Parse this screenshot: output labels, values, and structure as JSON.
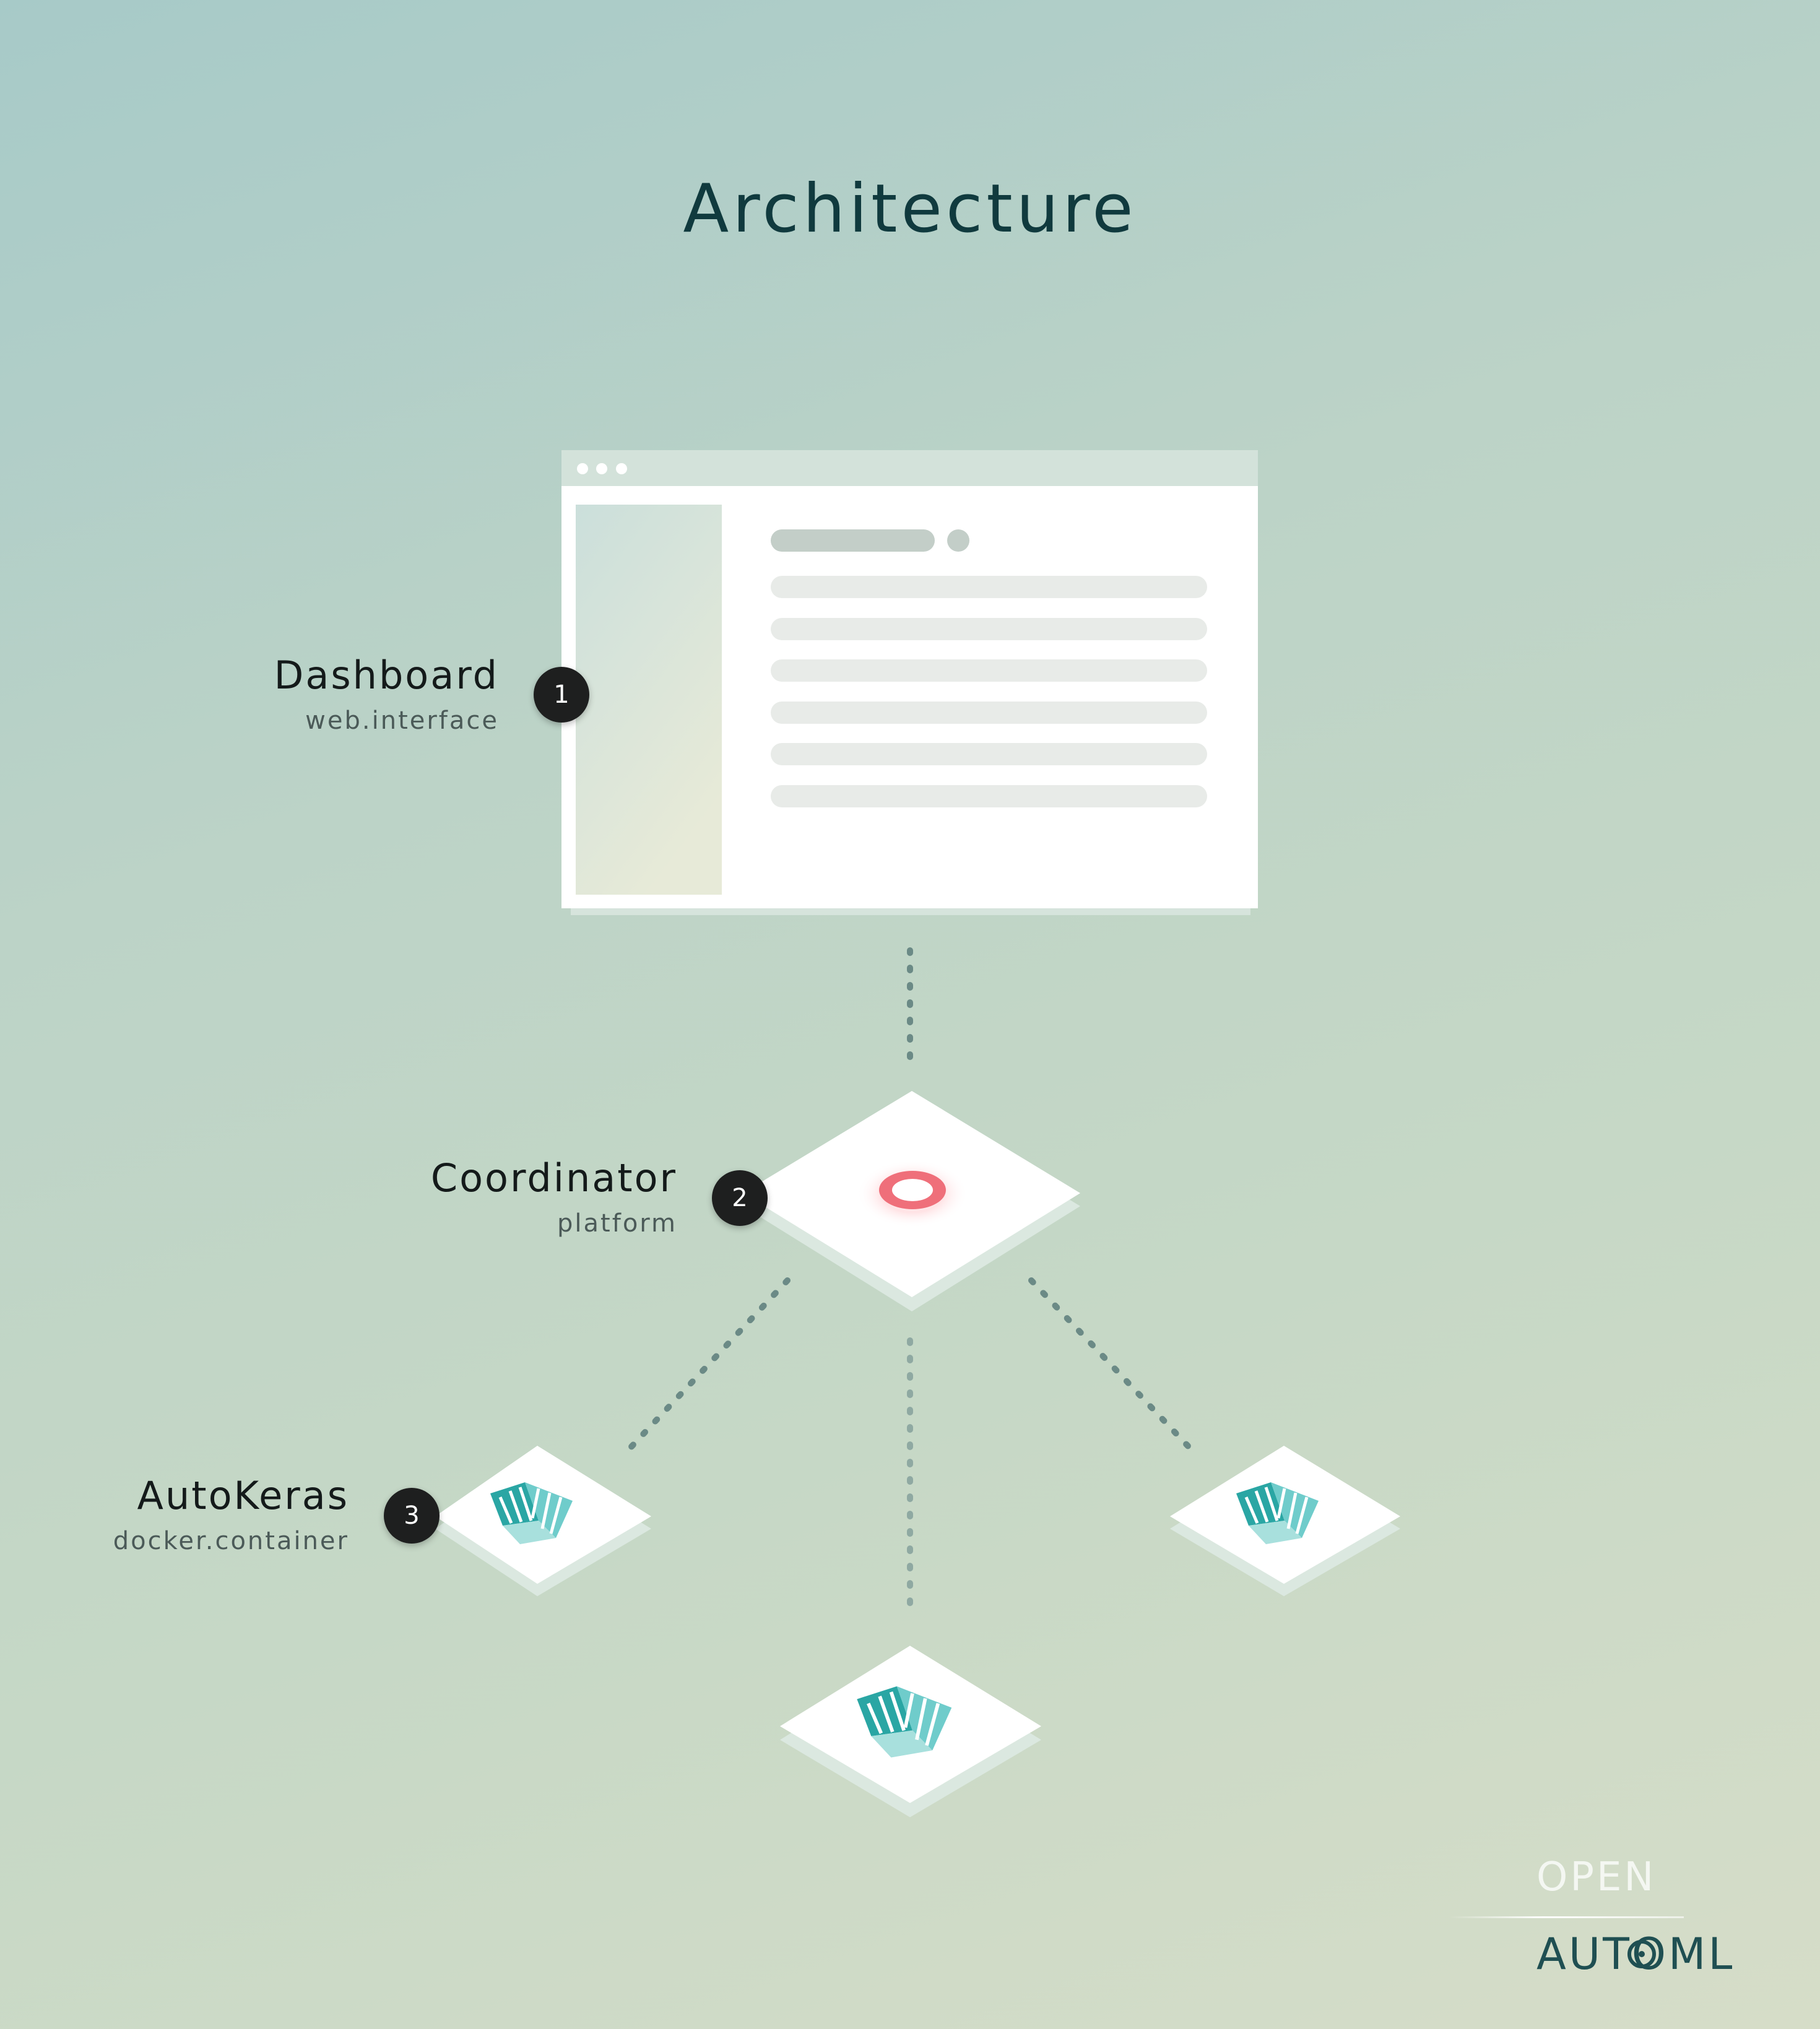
{
  "title": "Architecture",
  "components": [
    {
      "number": "1",
      "name": "Dashboard",
      "subtitle": "web.interface"
    },
    {
      "number": "2",
      "name": "Coordinator",
      "subtitle": "platform"
    },
    {
      "number": "3",
      "name": "AutoKeras",
      "subtitle": "docker.container"
    }
  ],
  "brand": {
    "line1": "OPEN",
    "line2": "AUTO",
    "line2_end": "ML"
  },
  "colors": {
    "title": "#103a3e",
    "badge": "#1e1f1f",
    "coordinator_ring": "#ef6f7a",
    "container_icon": "#3aaeae",
    "connector": "#6b8a86"
  }
}
